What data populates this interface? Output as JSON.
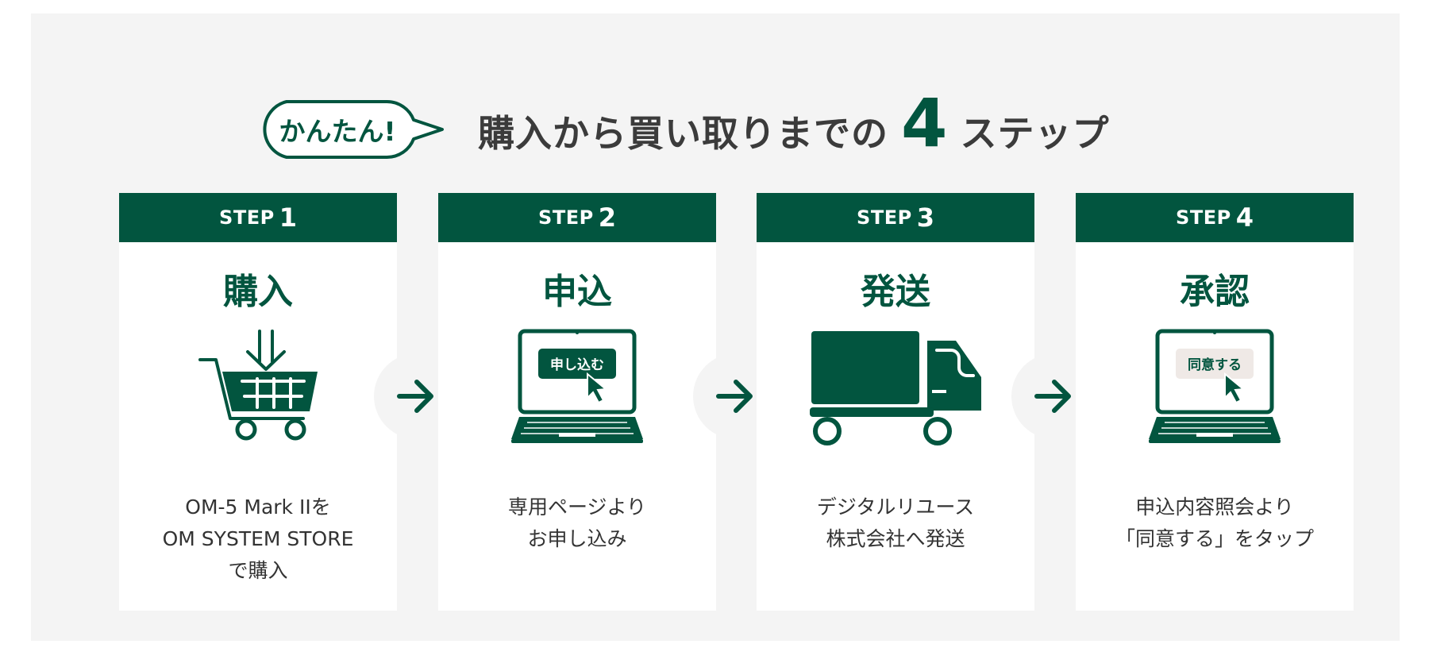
{
  "colors": {
    "accent": "#02553f",
    "panel_background": "#f4f4f4",
    "card_background": "#ffffff",
    "text": "#333333"
  },
  "heading": {
    "badge": "かんたん!",
    "title_prefix": "購入から買い取りまでの",
    "title_number": "4",
    "title_suffix": "ステップ"
  },
  "steps": [
    {
      "step_label": "STEP",
      "number": "1",
      "title": "購入",
      "icon": "shopping-cart-icon",
      "description": [
        "OM-5 Mark IIを",
        "OM SYSTEM STORE",
        "で購入"
      ]
    },
    {
      "step_label": "STEP",
      "number": "2",
      "title": "申込",
      "icon": "laptop-apply-icon",
      "screen_button": "申し込む",
      "description": [
        "専用ページより",
        "お申し込み"
      ]
    },
    {
      "step_label": "STEP",
      "number": "3",
      "title": "発送",
      "icon": "delivery-truck-icon",
      "description": [
        "デジタルリユース",
        "株式会社へ発送"
      ]
    },
    {
      "step_label": "STEP",
      "number": "4",
      "title": "承認",
      "icon": "laptop-agree-icon",
      "screen_button": "同意する",
      "description": [
        "申込内容照会より",
        "「同意する」をタップ"
      ]
    }
  ],
  "connectors": [
    "arrow-right-icon",
    "arrow-right-icon",
    "arrow-right-icon"
  ]
}
